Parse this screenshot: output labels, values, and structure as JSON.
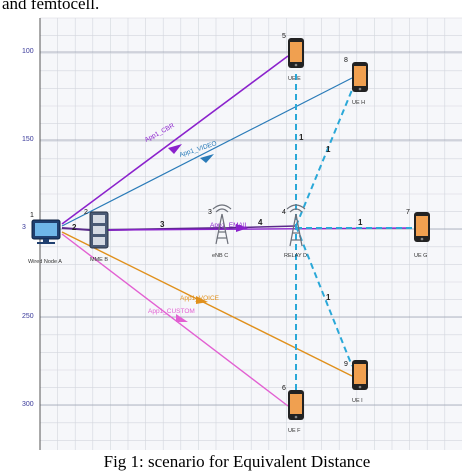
{
  "header_fragment": "and femtocell.",
  "caption": "Fig 1: scenario for Equivalent Distance",
  "axis_ticks": [
    "100",
    "150",
    "250",
    "300"
  ],
  "colors": {
    "purple": "#8b22cc",
    "blue": "#2a7bb8",
    "orange": "#e0901c",
    "pink": "#e260d2",
    "dark_link": "#5a2a8a",
    "dashed": "#2aa8d8",
    "grid": "#c8ccd4",
    "axis": "#3a3a9a"
  },
  "nodes": [
    {
      "id": "wired",
      "number": "1",
      "label": "Wired Node A",
      "type": "computer"
    },
    {
      "id": "mme",
      "number": "2",
      "label": "MME B",
      "type": "server"
    },
    {
      "id": "enb",
      "number": "3",
      "label": "eNB C",
      "type": "tower"
    },
    {
      "id": "relay",
      "number": "4",
      "label": "RELAY D",
      "type": "tower"
    },
    {
      "id": "uee",
      "number": "5",
      "label": "UE E",
      "type": "phone"
    },
    {
      "id": "uef",
      "number": "6",
      "label": "UE F",
      "type": "phone"
    },
    {
      "id": "ueg",
      "number": "7",
      "label": "UE G",
      "type": "phone"
    },
    {
      "id": "ueh",
      "number": "8",
      "label": "UE H",
      "type": "phone"
    },
    {
      "id": "uei",
      "number": "9",
      "label": "UE I",
      "type": "phone"
    }
  ],
  "link_labels": [
    {
      "id": "a-mme",
      "text": "2"
    },
    {
      "id": "mme-enb",
      "text": "3"
    },
    {
      "id": "enb-relay",
      "text": "4"
    },
    {
      "id": "relay-ueg",
      "text": "1"
    },
    {
      "id": "relay-uee",
      "text": "1"
    },
    {
      "id": "relay-ueh",
      "text": "1"
    },
    {
      "id": "relay-uei",
      "text": "1"
    }
  ],
  "apps": [
    {
      "id": "cbr",
      "text": "App1_CBR"
    },
    {
      "id": "video",
      "text": "App1_VIDEO"
    },
    {
      "id": "email",
      "text": "App1_EMAIL"
    },
    {
      "id": "voice",
      "text": "App1_VOICE"
    },
    {
      "id": "custom",
      "text": "App1_CUSTOM"
    }
  ]
}
